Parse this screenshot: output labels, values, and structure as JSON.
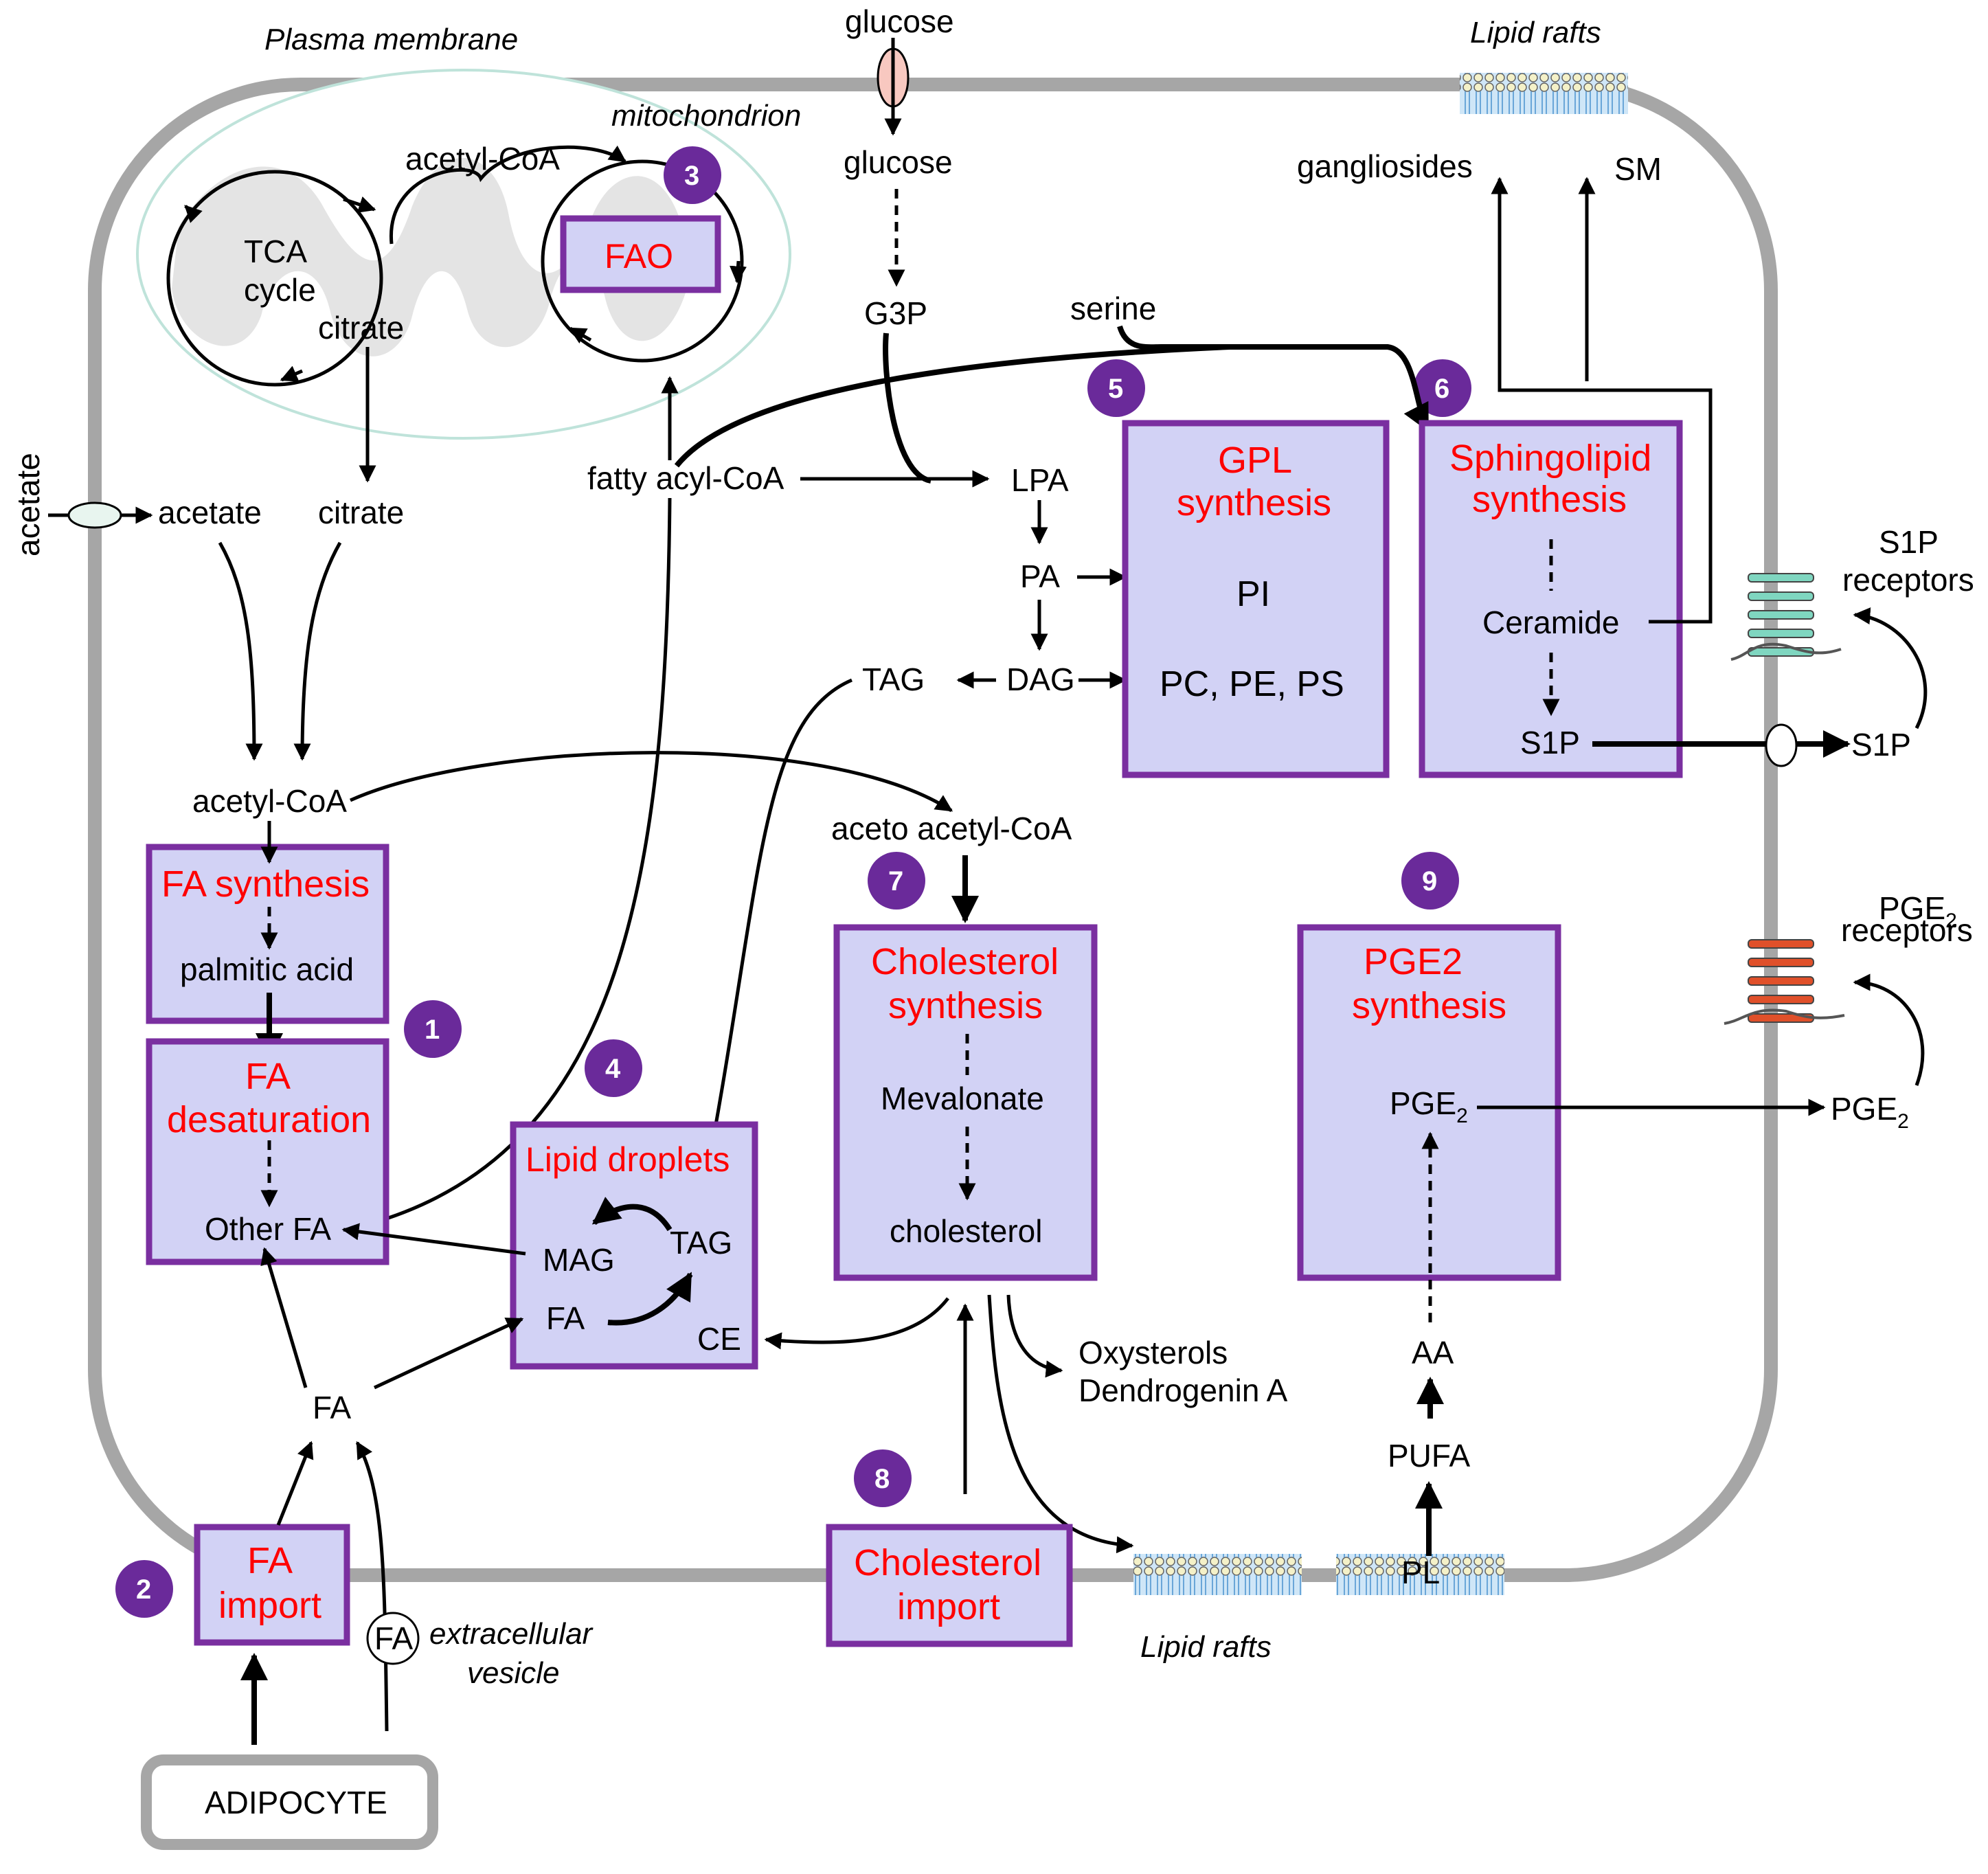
{
  "membrane": {
    "plasma_membrane": "Plasma membrane",
    "lipid_rafts_top": "Lipid rafts",
    "lipid_rafts_bottom": "Lipid rafts",
    "extracellular_vesicle_1": "extracellular",
    "extracellular_vesicle_2": "vesicle"
  },
  "mitochondrion": {
    "label": "mitochondrion",
    "tca_1": "TCA",
    "tca_2": "cycle",
    "citrate": "citrate",
    "acetyl_coa": "acetyl-CoA",
    "fao": "FAO"
  },
  "metabolites": {
    "glucose_out": "glucose",
    "glucose_in": "glucose",
    "g3p": "G3P",
    "serine": "serine",
    "acetate_out": "acetate",
    "acetate_in": "acetate",
    "citrate_cyto": "citrate",
    "fatty_acyl_coa": "fatty acyl-CoA",
    "lpa": "LPA",
    "pa": "PA",
    "dag": "DAG",
    "tag": "TAG",
    "acetyl_coa_cyto": "acetyl-CoA",
    "aceto_acetyl_coa": "aceto acetyl-CoA",
    "gangliosides": "gangliosides",
    "sm": "SM",
    "s1p_out": "S1P",
    "s1p_receptors_1": "S1P",
    "s1p_receptors_2": "receptors",
    "pge2_receptors_1": "PGE",
    "pge2_receptors_sub": "2",
    "pge2_receptors_2": "receptors",
    "pge2_out": "PGE",
    "pge2_out_sub": "2",
    "fa": "FA",
    "fa_vesicle": "FA",
    "oxysterols": "Oxysterols",
    "dendrogenin": "Dendrogenin A",
    "aa": "AA",
    "pufa": "PUFA",
    "pl": "PL",
    "adipocyte": "ADIPOCYTE"
  },
  "boxes": {
    "fa_synthesis": {
      "title": "FA synthesis",
      "item": "palmitic acid"
    },
    "fa_desaturation": {
      "title_1": "FA",
      "title_2": "desaturation",
      "item": "Other FA"
    },
    "fa_import": {
      "title_1": "FA",
      "title_2": "import"
    },
    "lipid_droplets": {
      "title": "Lipid droplets",
      "mag": "MAG",
      "tag": "TAG",
      "fa": "FA",
      "ce": "CE"
    },
    "gpl_synthesis": {
      "title_1": "GPL",
      "title_2": "synthesis",
      "pi": "PI",
      "pc": "PC, PE, PS"
    },
    "sphingolipid": {
      "title_1": "Sphingolipid",
      "title_2": "synthesis",
      "ceramide": "Ceramide",
      "s1p": "S1P"
    },
    "cholesterol_synthesis": {
      "title_1": "Cholesterol",
      "title_2": "synthesis",
      "mevalonate": "Mevalonate",
      "cholesterol": "cholesterol"
    },
    "cholesterol_import": {
      "title_1": "Cholesterol",
      "title_2": "import"
    },
    "pge2_synthesis": {
      "title_1": "PGE2",
      "title_2": "synthesis",
      "pge2": "PGE",
      "pge2_sub": "2"
    }
  },
  "numbers": [
    "1",
    "2",
    "3",
    "4",
    "5",
    "6",
    "7",
    "8",
    "9"
  ],
  "colors": {
    "box_fill": "#d2d2f5",
    "box_border": "#7a2fa0",
    "badge": "#6a2a9a",
    "title_red": "#ff0000",
    "membrane_gray": "#a6a6a6",
    "s1p_receptor": "#7fd6c0",
    "pge2_receptor": "#e0502a"
  }
}
